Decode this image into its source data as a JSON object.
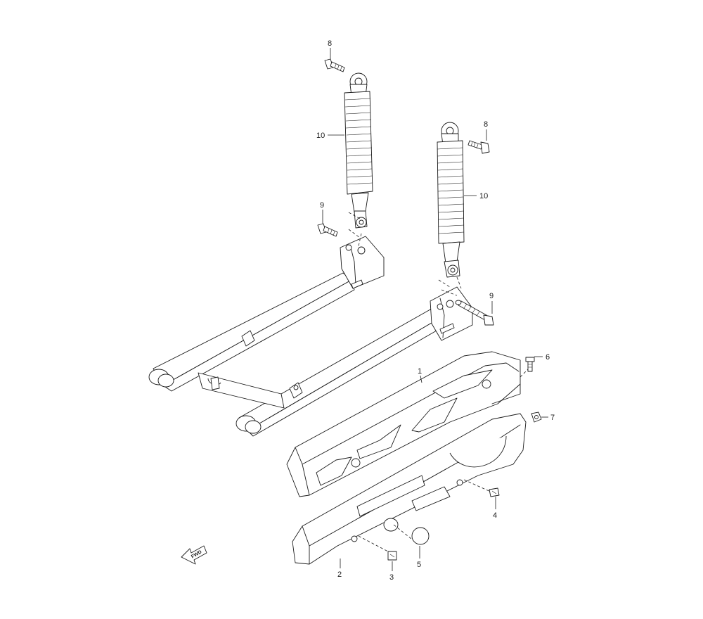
{
  "callouts": {
    "c1": "1",
    "c2": "2",
    "c3": "3",
    "c4": "4",
    "c5": "5",
    "c6": "6",
    "c7": "7",
    "c8a": "8",
    "c8b": "8",
    "c9a": "9",
    "c9b": "9",
    "c10a": "10",
    "c10b": "10"
  },
  "fwd_label": "FWD"
}
